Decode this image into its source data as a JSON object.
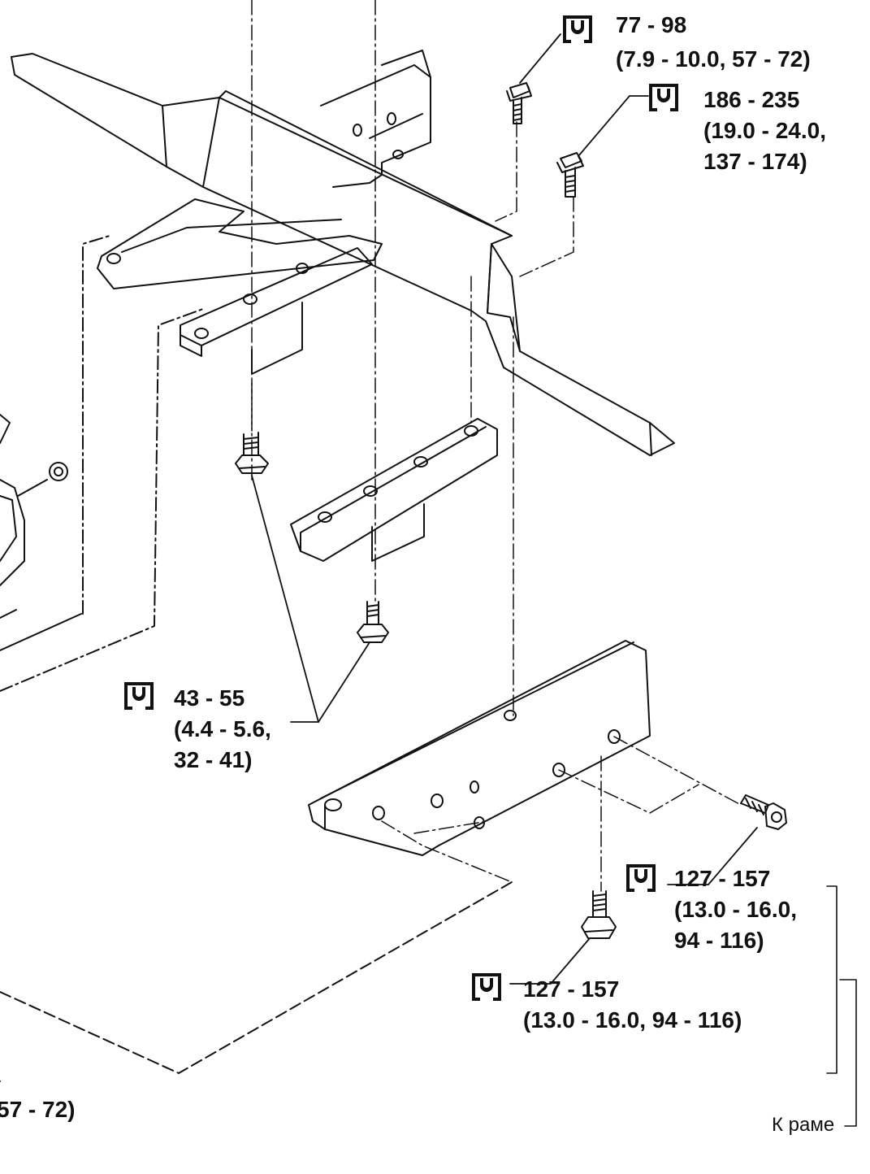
{
  "torque_specs": [
    {
      "id": "t1",
      "value": "77 - 98",
      "line2": "(7.9 - 10.0, 57 - 72)",
      "line3": ""
    },
    {
      "id": "t2",
      "value": "186 - 235",
      "line2": "(19.0 - 24.0,",
      "line3": "137 - 174)"
    },
    {
      "id": "t3",
      "value": "43 - 55",
      "line2": "(4.4 - 5.6,",
      "line3": "32 - 41)"
    },
    {
      "id": "t4",
      "value": "127 - 157",
      "line2": "(13.0 - 16.0,",
      "line3": "94 - 116)"
    },
    {
      "id": "t5",
      "value": "127 - 157",
      "line2": "(13.0 - 16.0, 94 - 116)",
      "line3": ""
    }
  ],
  "cut_off_text": "57 - 72)",
  "frame_note": "К раме",
  "icon": "torque-wrench-icon",
  "colors": {
    "ink": "#111111",
    "paper": "#ffffff"
  }
}
